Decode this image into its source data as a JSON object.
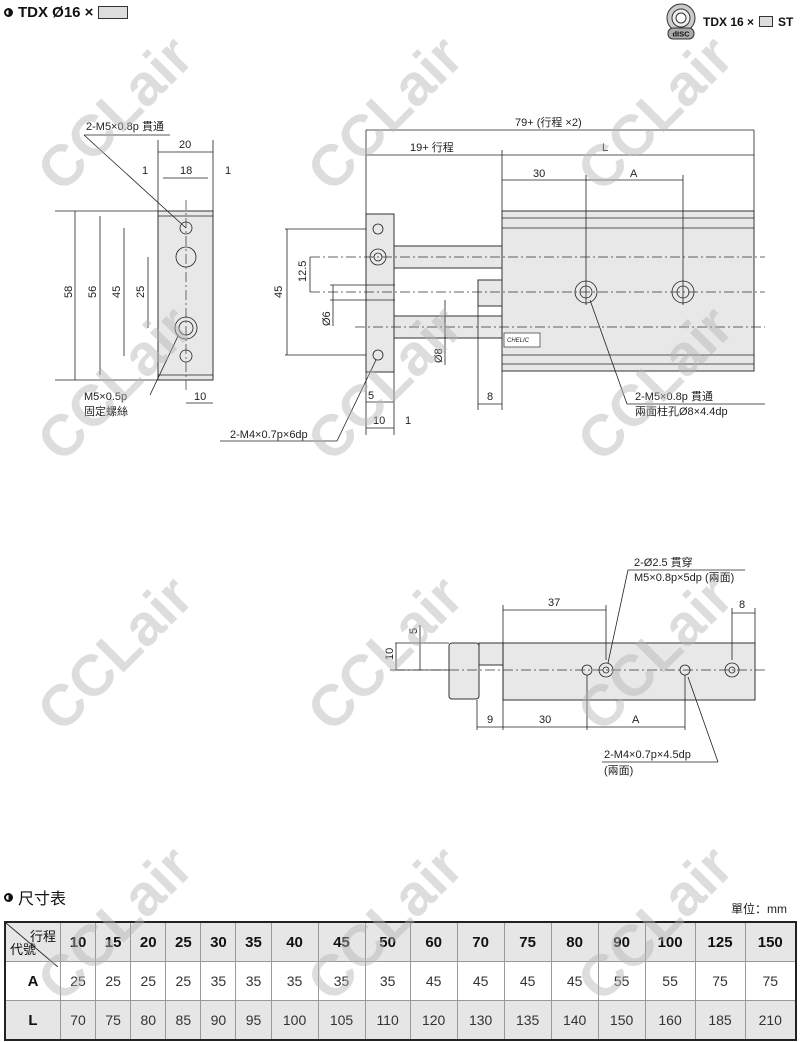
{
  "header": {
    "title": "TDX Ø16 ×",
    "variant": "TDX 16 ×",
    "variant_suffix": "ST",
    "badge_icon": "disc-stopper-icon",
    "badge_text": "dISC"
  },
  "watermark": "CCLair",
  "front_view": {
    "hole_label": "2-M5×0.8p 貫通",
    "w20": "20",
    "w18": "18",
    "w1a": "1",
    "w1b": "1",
    "h58": "58",
    "h56": "56",
    "h45": "45",
    "h25": "25",
    "screw1": "M5×0.5p",
    "screw2": "固定螺絲",
    "w10": "10"
  },
  "side_view": {
    "total": "79+ (行程 ×2)",
    "stroke": "19+ 行程",
    "L": "L",
    "d30": "30",
    "A": "A",
    "h45": "45",
    "h125": "12.5",
    "d6": "Ø6",
    "d8": "Ø8",
    "d5": "5",
    "d10": "10",
    "d1": "1",
    "d8b": "8",
    "m4": "2-M4×0.7p×6dp",
    "m5a": "2-M5×0.8p 貫通",
    "m5b": "兩面柱孔Ø8×4.4dp",
    "brand": "CHELIC"
  },
  "bottom_view": {
    "n1": "2-Ø2.5 貫穿",
    "n2": "M5×0.8p×5dp (兩面)",
    "d37": "37",
    "d8": "8",
    "d5": "5",
    "d10": "10",
    "d9": "9",
    "d30": "30",
    "A": "A",
    "m4a": "2-M4×0.7p×4.5dp",
    "m4b": "(兩面)"
  },
  "table": {
    "title": "尺寸表",
    "unit": "單位：mm",
    "corner_top": "行程",
    "corner_bottom": "代號",
    "strokes": [
      "10",
      "15",
      "20",
      "25",
      "30",
      "35",
      "40",
      "45",
      "50",
      "60",
      "70",
      "75",
      "80",
      "90",
      "100",
      "125",
      "150"
    ],
    "rows": [
      {
        "code": "A",
        "values": [
          "25",
          "25",
          "25",
          "25",
          "35",
          "35",
          "35",
          "35",
          "35",
          "45",
          "45",
          "45",
          "45",
          "55",
          "55",
          "75",
          "75"
        ]
      },
      {
        "code": "L",
        "values": [
          "70",
          "75",
          "80",
          "85",
          "90",
          "95",
          "100",
          "105",
          "110",
          "120",
          "130",
          "135",
          "140",
          "150",
          "160",
          "185",
          "210"
        ]
      }
    ]
  }
}
